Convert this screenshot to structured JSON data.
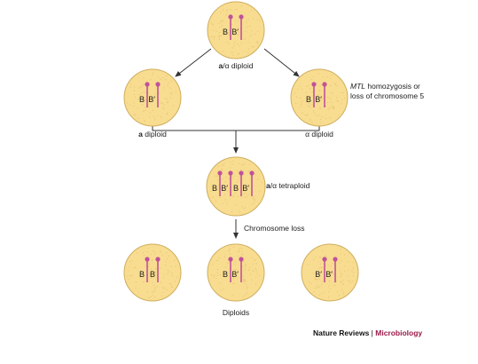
{
  "colors": {
    "cell_fill": "#f8dc90",
    "cell_border": "#cfae5f",
    "chromosome": "#c0529a",
    "centromere": "#c0529a",
    "arrow": "#333333",
    "brand": "#9a1a4a"
  },
  "cells": {
    "top": {
      "chromosomes": 2,
      "alleles": [
        "B",
        "B′"
      ],
      "label_bold": "a",
      "label_rest": "/α diploid"
    },
    "left": {
      "chromosomes": 2,
      "alleles": [
        "B",
        "B′"
      ],
      "label_bold": "a",
      "label_rest": " diploid"
    },
    "right": {
      "chromosomes": 2,
      "alleles": [
        "B",
        "B′"
      ],
      "label_bold": "",
      "label_rest": "α diploid"
    },
    "middle": {
      "chromosomes": 4,
      "alleles": [
        "B",
        "B′",
        "B",
        "B′"
      ],
      "label_bold": "a",
      "label_rest": "/α tetraploid"
    },
    "bottom_left": {
      "chromosomes": 2,
      "alleles": [
        "B",
        "B"
      ]
    },
    "bottom_center": {
      "chromosomes": 2,
      "alleles": [
        "B",
        "B′"
      ]
    },
    "bottom_right": {
      "chromosomes": 2,
      "alleles": [
        "B′",
        "B′"
      ]
    }
  },
  "annotations": {
    "mtl_italic": "MTL",
    "mtl_line1_rest": " homozygosis or",
    "mtl_line2": "loss of chromosome 5",
    "chromosome_loss": "Chromosome loss",
    "diploids": "Diploids"
  },
  "credit": {
    "journal": "Nature Reviews",
    "separator": " | ",
    "subject": "Microbiology"
  }
}
